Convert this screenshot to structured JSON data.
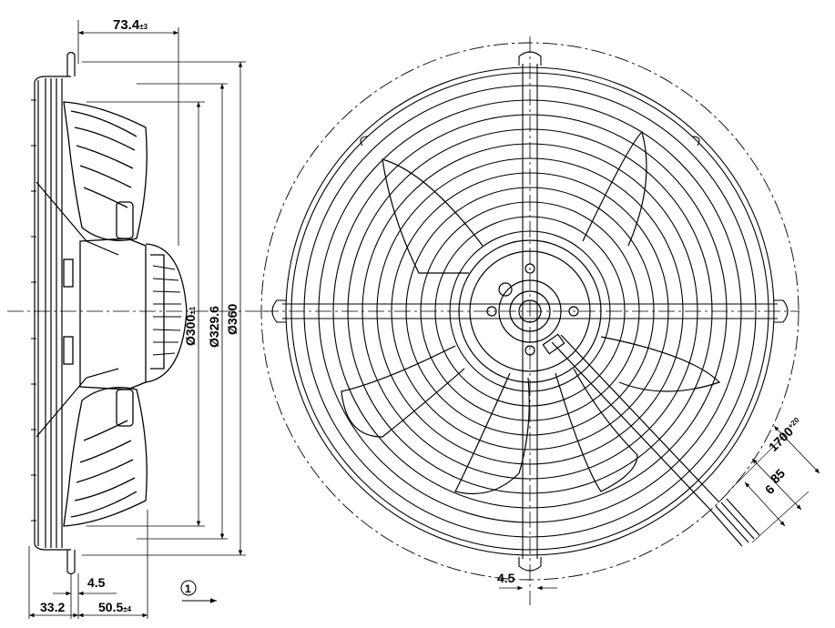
{
  "side_view": {
    "dim_depth": {
      "value": "73.4",
      "tol": "±3"
    },
    "dim_d300": {
      "value": "Ø300",
      "tol": "±1"
    },
    "dim_d329": {
      "value": "Ø329.6"
    },
    "dim_d360": {
      "value": "Ø360"
    },
    "dim_45": {
      "value": "4.5"
    },
    "dim_332": {
      "value": "33.2"
    },
    "dim_505": {
      "value": "50.5",
      "tol": "±4"
    },
    "flow_marker": "1"
  },
  "front_view": {
    "dim_45": {
      "value": "4.5"
    },
    "cable_length": {
      "value": "1700",
      "tol": "+20"
    },
    "strip_85": {
      "value": "85"
    },
    "strip_6": {
      "value": "6"
    }
  },
  "colors": {
    "line": "#000000",
    "background": "#ffffff"
  }
}
